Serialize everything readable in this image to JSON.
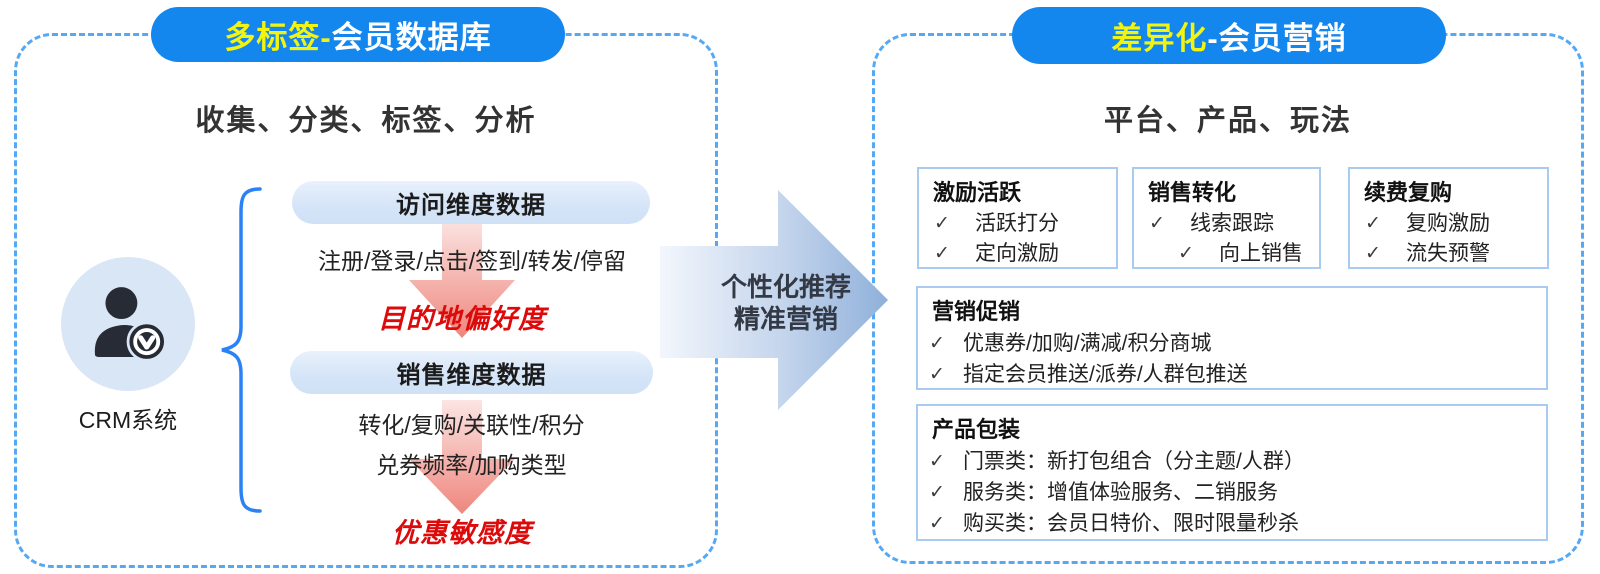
{
  "left_panel": {
    "badge": {
      "highlight": "多标签-",
      "rest": "会员数据库"
    },
    "subtitle": "收集、分类、标签、分析",
    "crm": {
      "label": "CRM系统",
      "badge_letter": "V"
    },
    "sections": [
      {
        "title": "访问维度数据",
        "lines": [
          "注册/登录/点击/签到/转发/停留"
        ],
        "result": "目的地偏好度"
      },
      {
        "title": "销售维度数据",
        "lines": [
          "转化/复购/关联性/积分",
          "兑券频率/加购类型"
        ],
        "result": "优惠敏感度"
      }
    ]
  },
  "center_arrow": {
    "line1": "个性化推荐",
    "line2": "精准营销"
  },
  "right_panel": {
    "badge": {
      "highlight": "差异化",
      "rest": "-会员营销"
    },
    "subtitle": "平台、产品、玩法",
    "check_glyph": "✓",
    "top_boxes": [
      {
        "title": "激励活跃",
        "items": [
          "活跃打分",
          "定向激励"
        ]
      },
      {
        "title": "销售转化",
        "items": [
          "线索跟踪",
          "向上销售"
        ]
      },
      {
        "title": "续费复购",
        "items": [
          "复购激励",
          "流失预警"
        ]
      }
    ],
    "wide_boxes": [
      {
        "title": "营销促销",
        "items": [
          "优惠券/加购/满减/积分商城",
          "指定会员推送/派券/人群包推送"
        ]
      },
      {
        "title": "产品包装",
        "items": [
          "门票类：新打包组合（分主题/人群）",
          "服务类：增值体验服务、二销服务",
          "购买类：会员日特价、限时限量秒杀"
        ]
      }
    ]
  },
  "colors": {
    "primary_blue": "#1487ee",
    "highlight_yellow": "#f2f410",
    "dashed_border": "#55a9f4",
    "box_border": "#a9cbf0",
    "red_accent": "#dc0a0a",
    "arrow_gradient_end": "#8fb0da"
  }
}
